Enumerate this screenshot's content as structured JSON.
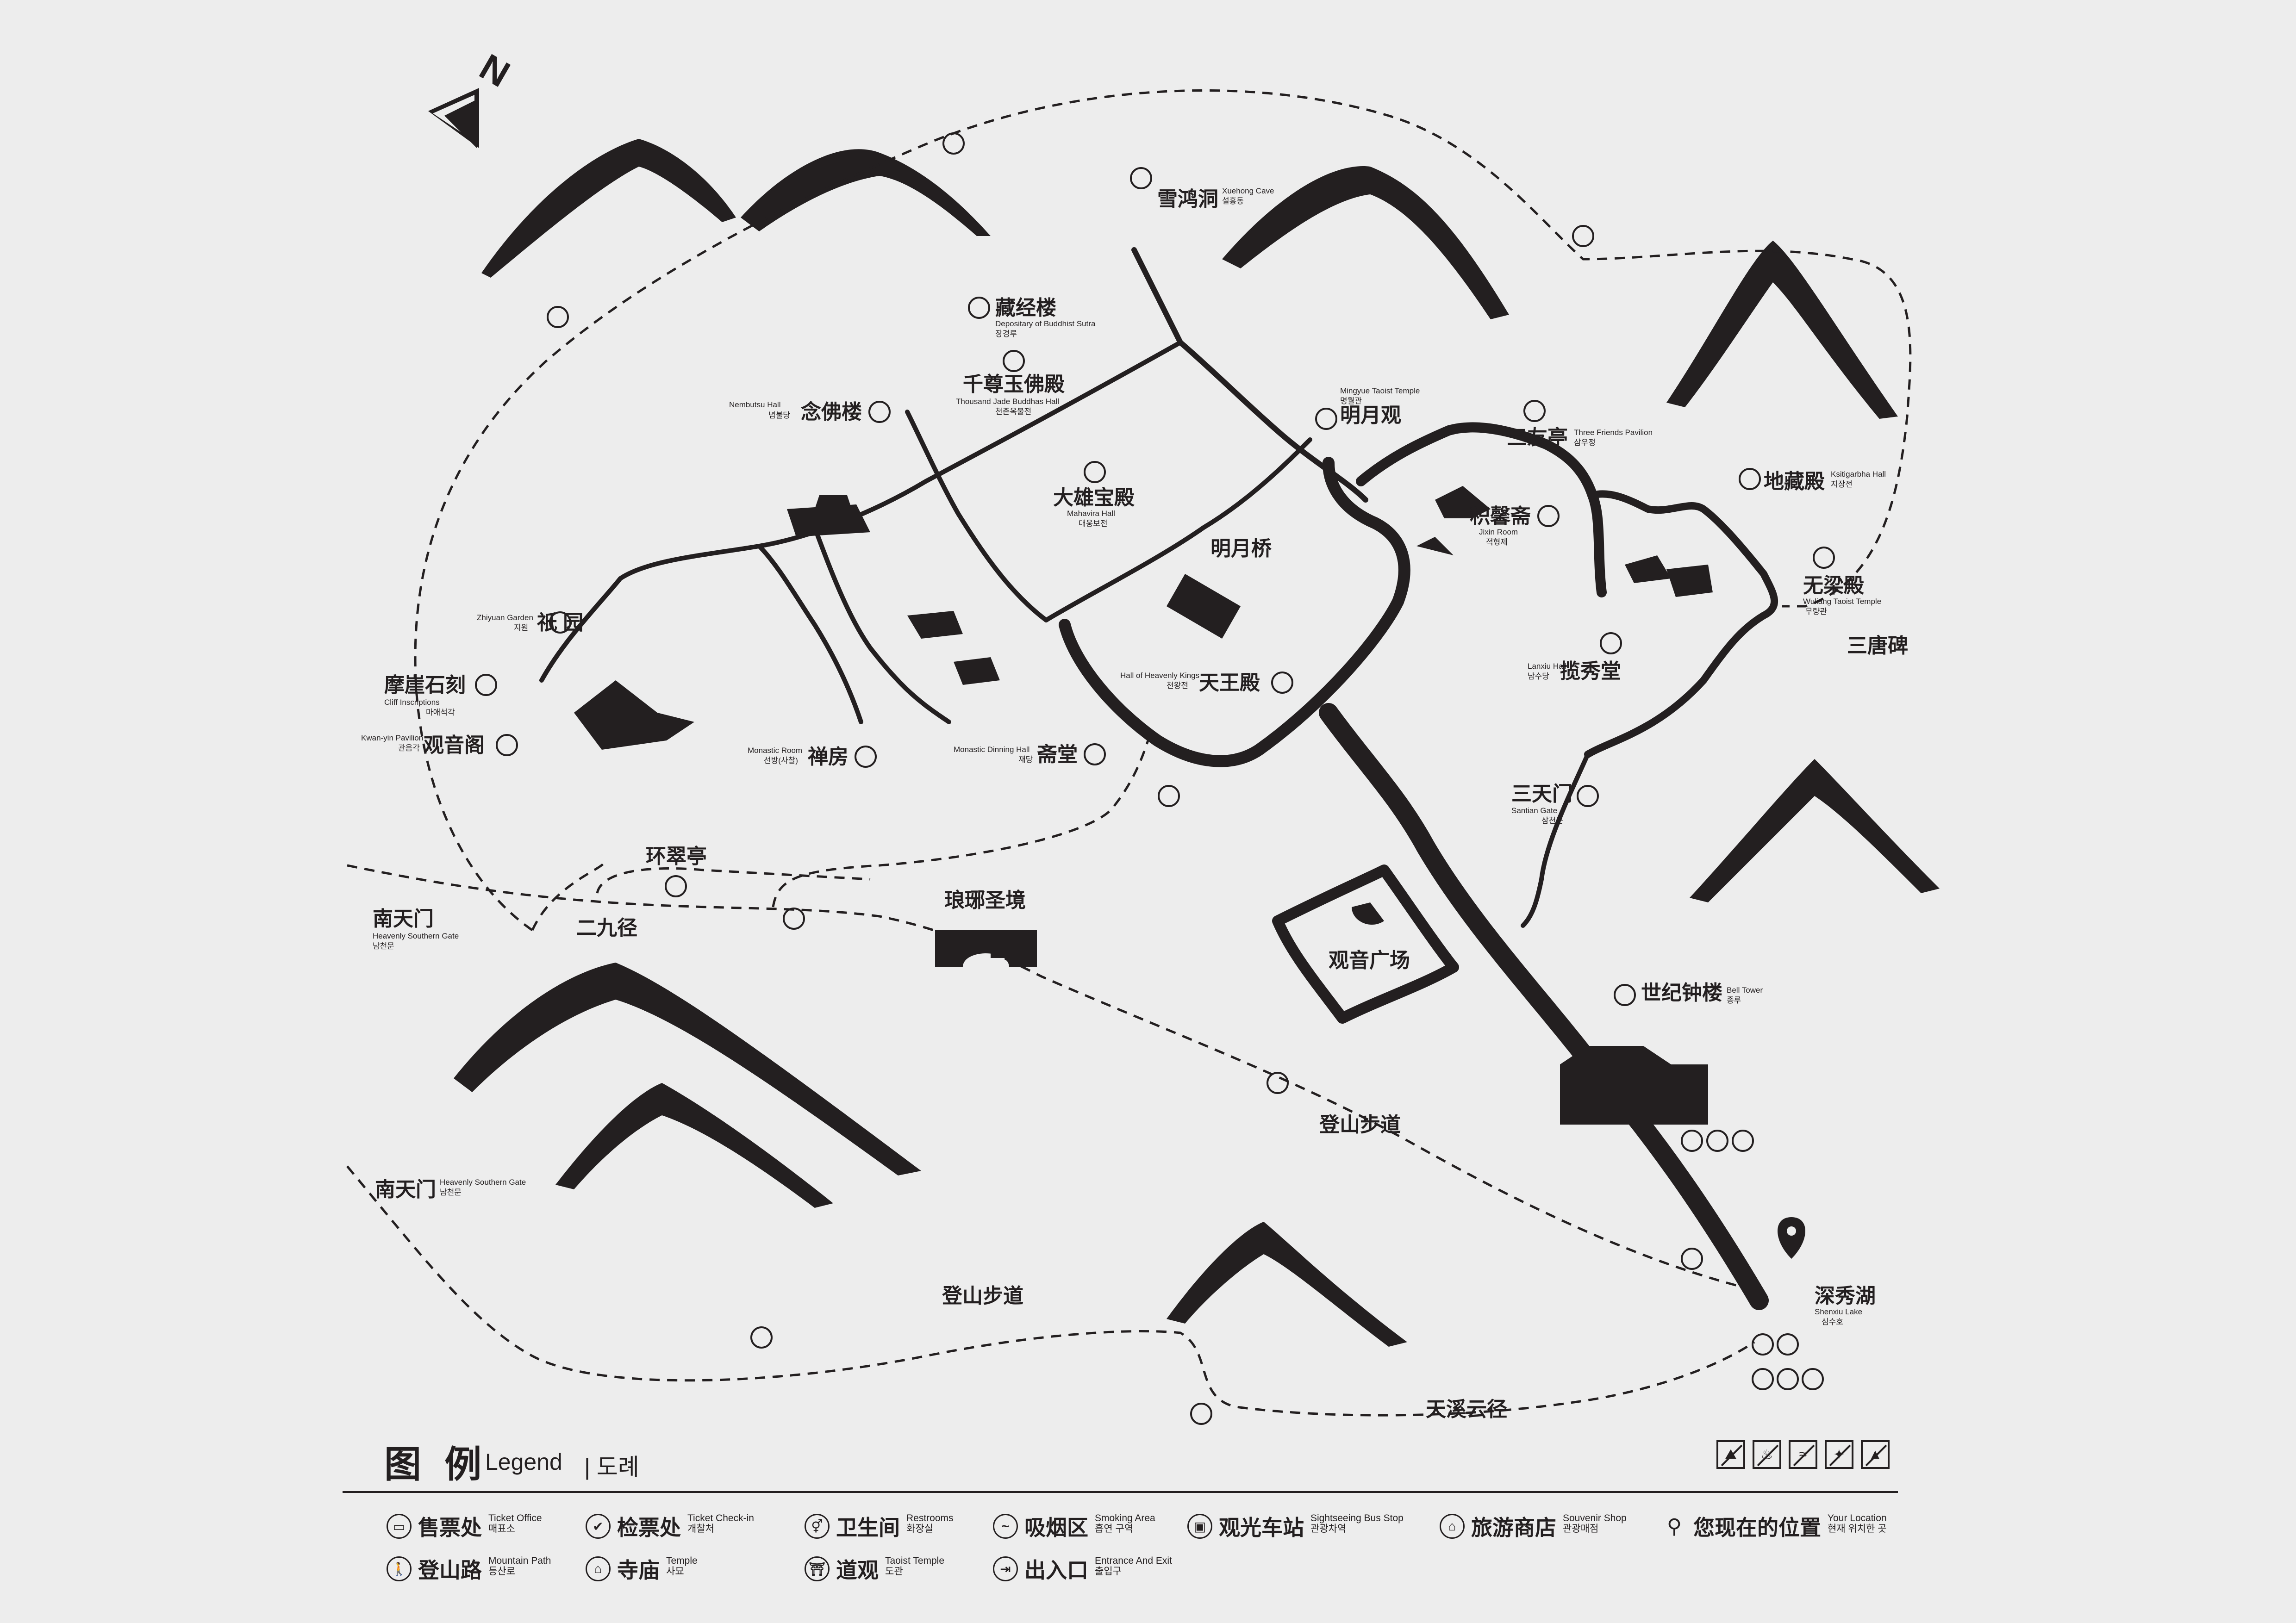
{
  "compass": {
    "letter": "N"
  },
  "places": {
    "xuehong": {
      "zh": "雪鸿洞",
      "en": "Xuehong Cave",
      "ko": "설홍동"
    },
    "cangjing": {
      "zh": "藏经楼",
      "en": "Depositary of Buddhist Sutra",
      "ko": "장경루"
    },
    "qianzun": {
      "zh": "千尊玉佛殿",
      "en": "Thousand Jade Buddhas Hall",
      "ko": "천존옥불전"
    },
    "nianfo": {
      "zh": "念佛楼",
      "en": "Nembutsu Hall",
      "ko": "념불당"
    },
    "daxiong": {
      "zh": "大雄宝殿",
      "en": "Mahavira Hall",
      "ko": "대웅보전"
    },
    "mingyueqiao": {
      "zh": "明月桥"
    },
    "mingyueguan": {
      "zh": "明月观",
      "en": "Mingyue Taoist Temple",
      "ko": "명월관"
    },
    "sanyou": {
      "zh": "三友亭",
      "en": "Three Friends Pavilion",
      "ko": "삼우정"
    },
    "jixin": {
      "zh": "积馨斋",
      "en": "Jixin Room",
      "ko": "적형제"
    },
    "dizang": {
      "zh": "地藏殿",
      "en": "Ksitigarbha Hall",
      "ko": "지장전"
    },
    "wuliang": {
      "zh": "无梁殿",
      "en": "Wuliang Taoist Temple",
      "ko": "무량관"
    },
    "santangbei": {
      "zh": "三唐碑"
    },
    "lanxiu": {
      "zh": "揽秀堂",
      "en": "Lanxiu Hall",
      "ko": "남수당"
    },
    "tianwang": {
      "zh": "天王殿",
      "en": "Hall of Heavenly Kings",
      "ko": "천왕전"
    },
    "zhiyuan": {
      "zh": "祇 园",
      "en": "Zhiyuan Garden",
      "ko": "지원"
    },
    "moya": {
      "zh": "摩崖石刻",
      "en": "Cliff Inscriptions",
      "ko": "마애석각"
    },
    "guanyinge": {
      "zh": "观音阁",
      "en": "Kwan-yin Pavilion",
      "ko": "관음각"
    },
    "chanfang": {
      "zh": "禅房",
      "en": "Monastic Room",
      "ko": "선방(사찰)"
    },
    "zhaitang": {
      "zh": "斋堂",
      "en": "Monastic Dinning Hall",
      "ko": "재당"
    },
    "santianmen": {
      "zh": "三天门",
      "en": "Santian Gate",
      "ko": "삼천문"
    },
    "huancui": {
      "zh": "环翠亭"
    },
    "erjiujing": {
      "zh": "二九径"
    },
    "nantianmen1": {
      "zh": "南天门",
      "en": "Heavenly Southern Gate",
      "ko": "남천문"
    },
    "langya": {
      "zh": "琅琊圣境"
    },
    "guanyinsquare": {
      "zh": "观音广场"
    },
    "shijizhonglou": {
      "zh": "世纪钟楼",
      "en": "Bell Tower",
      "ko": "종루"
    },
    "dengshan1": {
      "zh": "登山步道"
    },
    "nantianmen2": {
      "zh": "南天门",
      "en": "Heavenly Southern Gate",
      "ko": "남천문"
    },
    "dengshan2": {
      "zh": "登山步道"
    },
    "shenxiu": {
      "zh": "深秀湖",
      "en": "Shenxiu Lake",
      "ko": "심수호"
    },
    "tianxi": {
      "zh": "天溪云径"
    }
  },
  "legend": {
    "title_zh": "图 例",
    "title_en": "Legend",
    "title_ko": "| 도례",
    "items": [
      {
        "zh": "售票处",
        "en": "Ticket Office",
        "ko": "매표소",
        "icon": "ticket-office-icon"
      },
      {
        "zh": "检票处",
        "en": "Ticket Check-in",
        "ko": "개찰처",
        "icon": "ticket-check-icon"
      },
      {
        "zh": "卫生间",
        "en": "Restrooms",
        "ko": "화장실",
        "icon": "restroom-icon"
      },
      {
        "zh": "吸烟区",
        "en": "Smoking Area",
        "ko": "흡연 구역",
        "icon": "smoking-icon"
      },
      {
        "zh": "观光车站",
        "en": "Sightseeing Bus Stop",
        "ko": "관광차역",
        "icon": "bus-stop-icon"
      },
      {
        "zh": "旅游商店",
        "en": "Souvenir Shop",
        "ko": "관광매점",
        "icon": "shop-icon"
      },
      {
        "zh": "您现在的位置",
        "en": "Your Location",
        "ko": "현재 위치한 곳",
        "icon": "location-pin-icon"
      },
      {
        "zh": "登山路",
        "en": "Mountain Path",
        "ko": "등산로",
        "icon": "hiker-icon"
      },
      {
        "zh": "寺庙",
        "en": "Temple",
        "ko": "사묘",
        "icon": "temple-icon"
      },
      {
        "zh": "道观",
        "en": "Taoist Temple",
        "ko": "도관",
        "icon": "taoist-temple-icon"
      },
      {
        "zh": "出入口",
        "en": "Entrance And Exit",
        "ko": "출입구",
        "icon": "entrance-exit-icon"
      }
    ]
  }
}
